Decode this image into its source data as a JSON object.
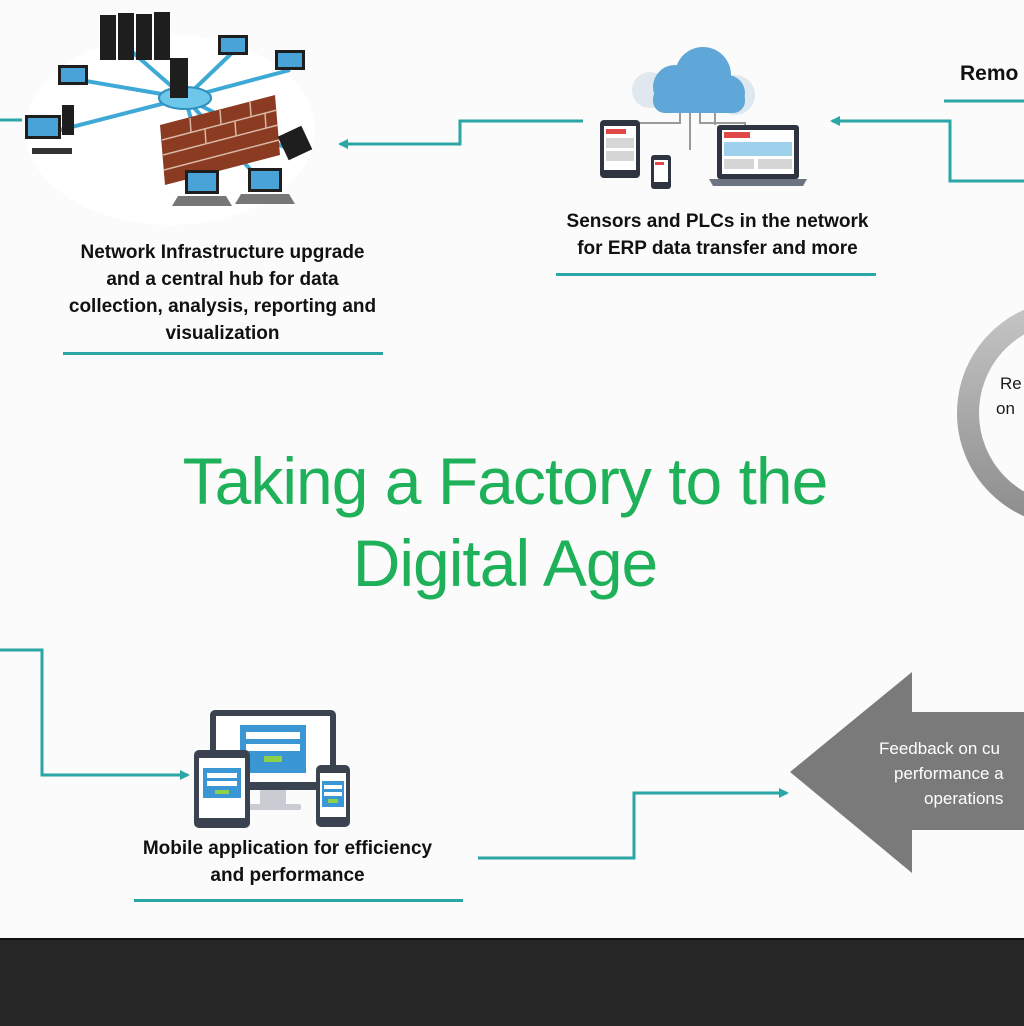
{
  "title": "Taking a Factory to the Digital Age",
  "title_lines": [
    "Taking a Factory to the",
    "Digital Age"
  ],
  "steps": {
    "network": {
      "lines": [
        "Network Infrastructure upgrade",
        "and a central hub for data",
        "collection, analysis, reporting and",
        "visualization"
      ],
      "icon": "network-infrastructure-icon"
    },
    "sensors": {
      "lines": [
        "Sensors and PLCs in the network",
        "for ERP data transfer and more"
      ],
      "icon": "cloud-devices-icon"
    },
    "mobile": {
      "lines": [
        "Mobile application for efficiency",
        "and performance"
      ],
      "icon": "multi-device-app-icon"
    },
    "remote": {
      "label": "Remo"
    },
    "ring": {
      "lines": [
        "Re",
        "on"
      ]
    },
    "feedback": {
      "lines": [
        "Feedback on cu",
        "performance a",
        "operations"
      ]
    }
  },
  "colors": {
    "title": "#1fb15a",
    "connector": "#2aa6a6",
    "arrow": "#7a7a7a",
    "ring": "#a3a3a3",
    "bottom_bar": "#262626"
  }
}
